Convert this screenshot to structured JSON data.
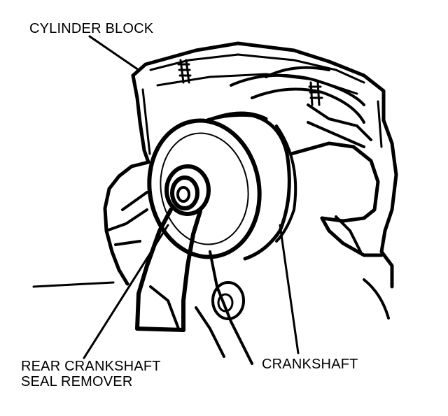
{
  "labels": {
    "cylinder_block": "CYLINDER BLOCK",
    "crankshaft": "CRANKSHAFT",
    "rear_seal_remover_line1": "REAR CRANKSHAFT",
    "rear_seal_remover_line2": "SEAL REMOVER"
  },
  "colors": {
    "ink": "#000000",
    "paper": "#ffffff"
  }
}
